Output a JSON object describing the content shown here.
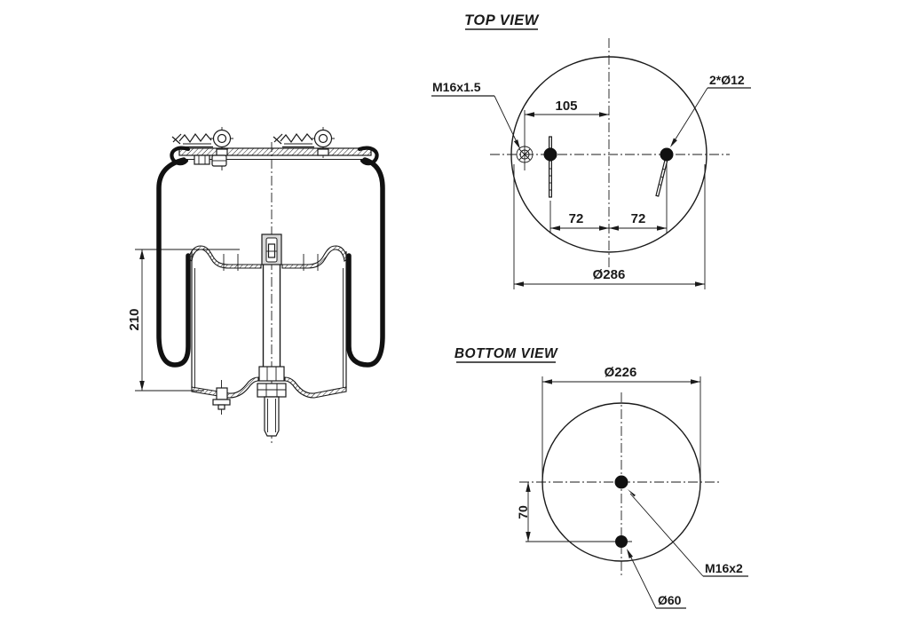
{
  "side_view": {
    "dim_height": "210"
  },
  "top_view": {
    "title": "TOP VIEW",
    "thread_label": "M16x1.5",
    "holes_label": "2*Ø12",
    "dim_offset": "105",
    "dim_left": "72",
    "dim_right": "72",
    "dim_outer_diameter": "Ø286"
  },
  "bottom_view": {
    "title": "BOTTOM VIEW",
    "dim_outer_diameter": "Ø226",
    "dim_stud_offset": "70",
    "stud_thread_label": "M16x2",
    "boss_label": "Ø60"
  },
  "colors": {
    "line": "#1a1a1a",
    "background": "#ffffff"
  }
}
